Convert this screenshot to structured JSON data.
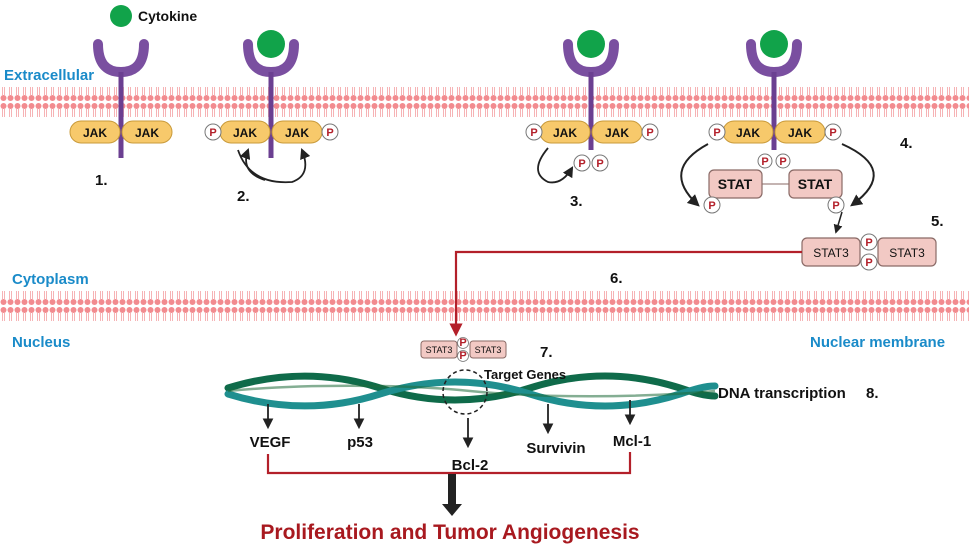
{
  "labels": {
    "cytokine": "Cytokine",
    "extracellular": "Extracellular",
    "cytoplasm": "Cytoplasm",
    "nucleus": "Nucleus",
    "nuclear_membrane": "Nuclear membrane",
    "target_genes": "Target Genes",
    "dna_transcription": "DNA transcription",
    "outcome": "Proliferation and Tumor Angiogenesis"
  },
  "steps": [
    "1.",
    "2.",
    "3.",
    "4.",
    "5.",
    "6.",
    "7.",
    "8."
  ],
  "molecules": {
    "jak": "JAK",
    "phospho": "P",
    "stat": "STAT",
    "stat3": "STAT3"
  },
  "genes": [
    "VEGF",
    "p53",
    "Bcl-2",
    "Survivin",
    "Mcl-1"
  ],
  "colors": {
    "membrane": "#f28b8f",
    "receptor": "#7a4fa0",
    "cytokine": "#11a34a",
    "jak": "#f7c96b",
    "stat": "#f2c9c4",
    "phospho_text": "#b3202a",
    "signal_line": "#b3202a",
    "dna_a": "#0f6b4a",
    "dna_b": "#1f8f8f",
    "label_blue": "#1a8bc9",
    "outcome": "#a8191f"
  }
}
